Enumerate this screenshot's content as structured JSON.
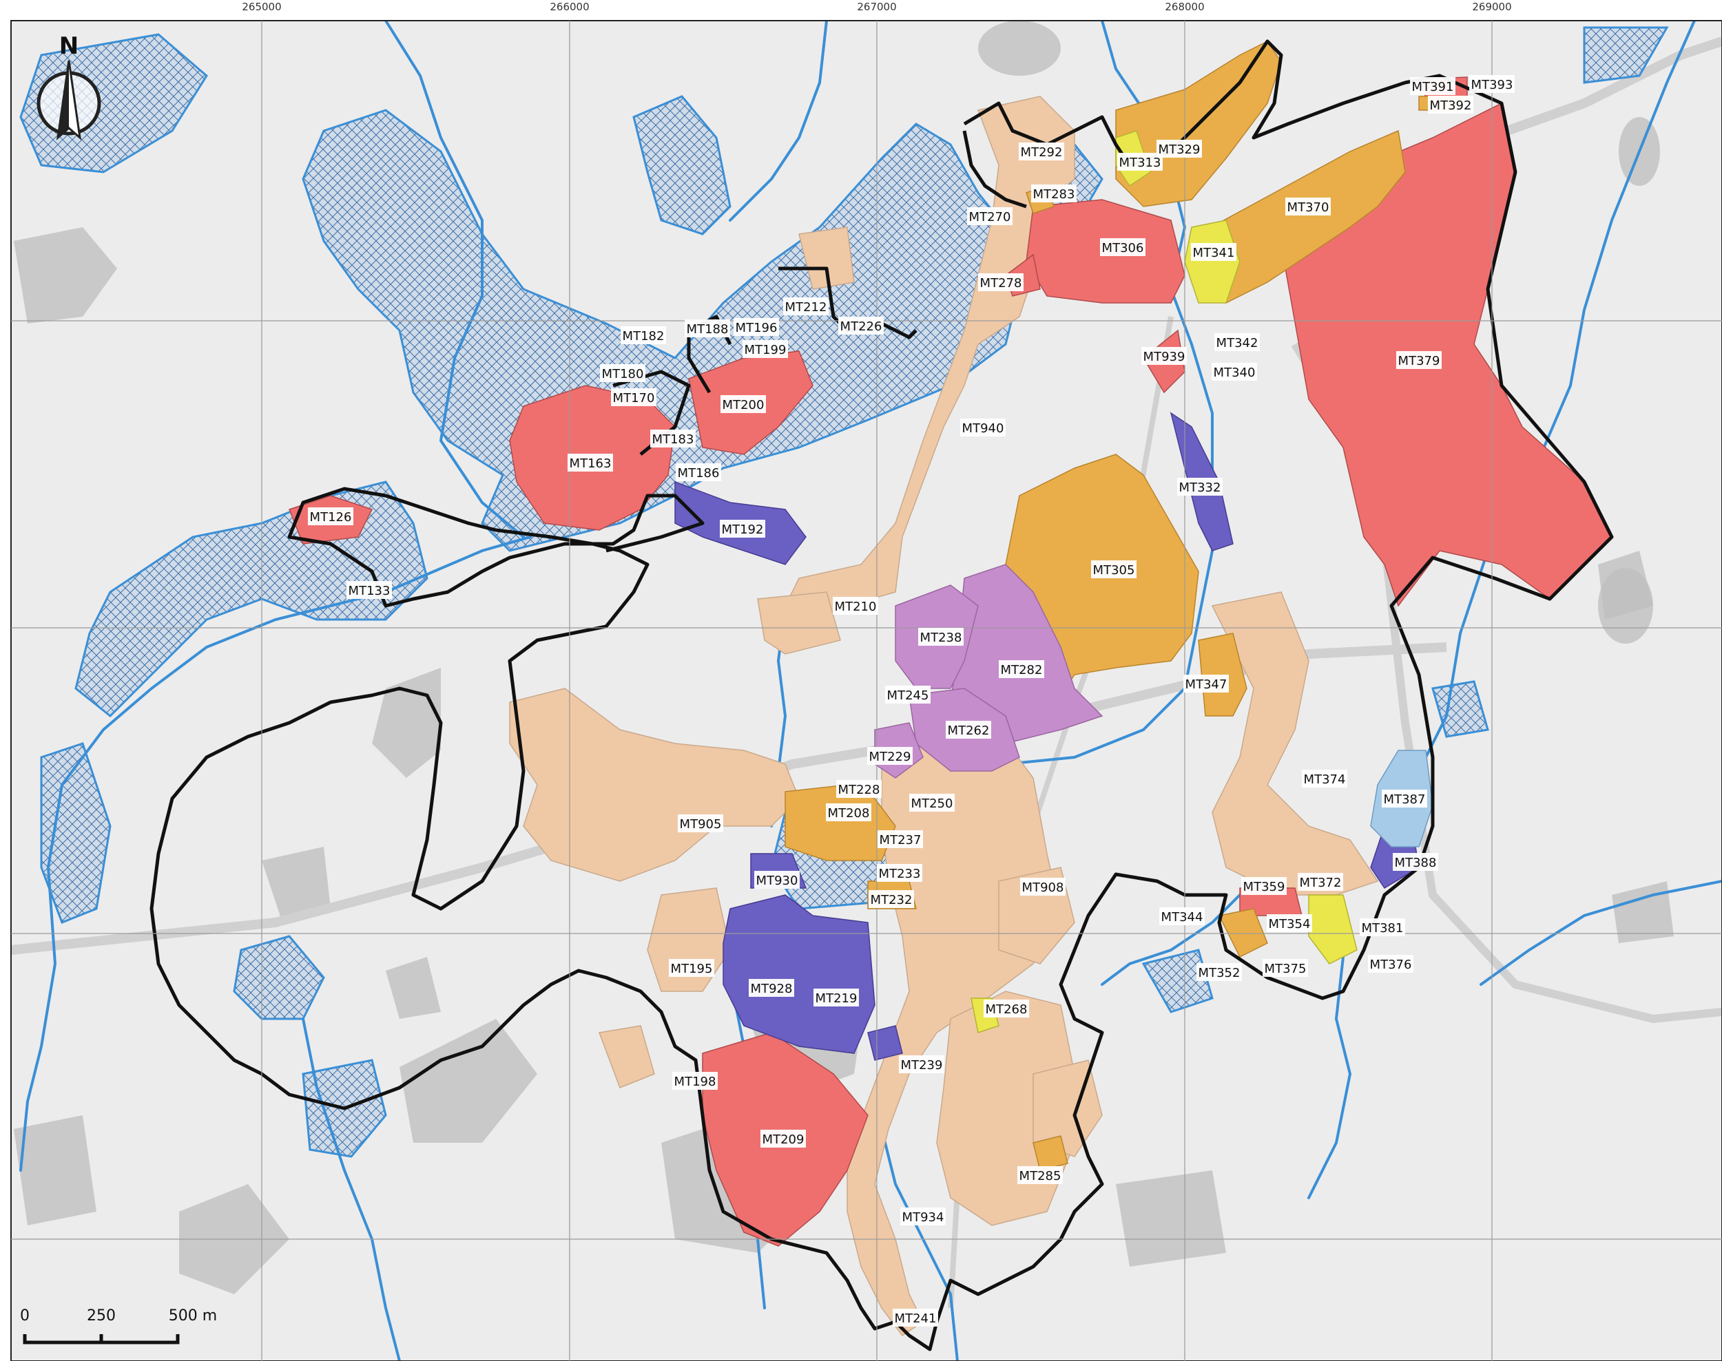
{
  "grid": {
    "x_labels": [
      "265000",
      "266000",
      "267000",
      "268000",
      "269000"
    ]
  },
  "north_arrow": {
    "label": "N"
  },
  "scale_bar": {
    "labels": [
      "0",
      "250",
      "500 m"
    ]
  },
  "colors": {
    "background": "#ececec",
    "flood_zone": "#a9c4e0",
    "river": "#3a8fd6",
    "boundary": "#111111",
    "residential": "#efc9a6",
    "red_sites": "#ef6f6f",
    "orange_sites": "#e9ae4a",
    "purple_sites": "#6a5fc2",
    "violet_sites": "#c68dcc",
    "yellow_sites": "#e9e74c",
    "lightblue_sites": "#a6cbe9"
  },
  "sites": [
    {
      "label": "MT126"
    },
    {
      "label": "MT133"
    },
    {
      "label": "MT163"
    },
    {
      "label": "MT170"
    },
    {
      "label": "MT180"
    },
    {
      "label": "MT182"
    },
    {
      "label": "MT183"
    },
    {
      "label": "MT186"
    },
    {
      "label": "MT188"
    },
    {
      "label": "MT192"
    },
    {
      "label": "MT195"
    },
    {
      "label": "MT196"
    },
    {
      "label": "MT198"
    },
    {
      "label": "MT199"
    },
    {
      "label": "MT200"
    },
    {
      "label": "MT208"
    },
    {
      "label": "MT209"
    },
    {
      "label": "MT210"
    },
    {
      "label": "MT212"
    },
    {
      "label": "MT219"
    },
    {
      "label": "MT226"
    },
    {
      "label": "MT228"
    },
    {
      "label": "MT229"
    },
    {
      "label": "MT232"
    },
    {
      "label": "MT233"
    },
    {
      "label": "MT237"
    },
    {
      "label": "MT238"
    },
    {
      "label": "MT239"
    },
    {
      "label": "MT241"
    },
    {
      "label": "MT245"
    },
    {
      "label": "MT250"
    },
    {
      "label": "MT262"
    },
    {
      "label": "MT268"
    },
    {
      "label": "MT270"
    },
    {
      "label": "MT278"
    },
    {
      "label": "MT282"
    },
    {
      "label": "MT283"
    },
    {
      "label": "MT285"
    },
    {
      "label": "MT292"
    },
    {
      "label": "MT305"
    },
    {
      "label": "MT306"
    },
    {
      "label": "MT313"
    },
    {
      "label": "MT329"
    },
    {
      "label": "MT332"
    },
    {
      "label": "MT340"
    },
    {
      "label": "MT341"
    },
    {
      "label": "MT342"
    },
    {
      "label": "MT344"
    },
    {
      "label": "MT347"
    },
    {
      "label": "MT352"
    },
    {
      "label": "MT354"
    },
    {
      "label": "MT359"
    },
    {
      "label": "MT370"
    },
    {
      "label": "MT372"
    },
    {
      "label": "MT374"
    },
    {
      "label": "MT375"
    },
    {
      "label": "MT376"
    },
    {
      "label": "MT379"
    },
    {
      "label": "MT381"
    },
    {
      "label": "MT387"
    },
    {
      "label": "MT388"
    },
    {
      "label": "MT391"
    },
    {
      "label": "MT392"
    },
    {
      "label": "MT393"
    },
    {
      "label": "MT905"
    },
    {
      "label": "MT908"
    },
    {
      "label": "MT928"
    },
    {
      "label": "MT930"
    },
    {
      "label": "MT934"
    },
    {
      "label": "MT939"
    },
    {
      "label": "MT940"
    }
  ]
}
